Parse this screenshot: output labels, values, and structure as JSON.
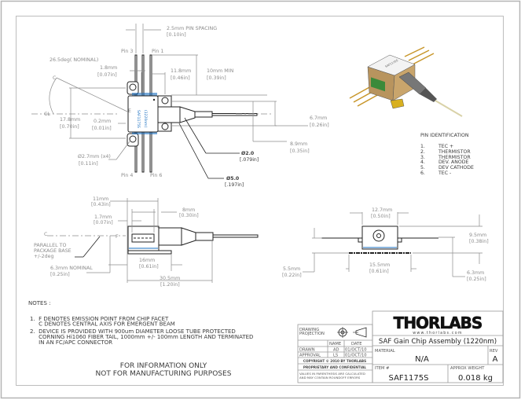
{
  "top_view": {
    "pin_spacing": "2.5mm PIN SPACING",
    "pin_spacing_in": "[0.10in]",
    "pin3": "Pin 3",
    "pin1": "Pin 1",
    "pin4": "Pin 4",
    "pin6": "Pin 6",
    "angle": "26.5deg( NOMINAL)",
    "d1_8": "1.8mm",
    "d1_8_in": "[0.07in]",
    "d11_8": "11.8mm",
    "d11_8_in": "[0.46in]",
    "d10": "10mm MIN",
    "d10_in": "[0.39in]",
    "c": "C",
    "cl": "CL",
    "e": "E",
    "d17_8": "17.8mm",
    "d17_8_in": "[0.70in]",
    "d0_2": "0.2mm",
    "d0_2_in": "[0.01in]",
    "d6_7": "6.7mm",
    "d6_7_in": "[0.26in]",
    "d8_9": "8.9mm",
    "d8_9_in": "[0.35in]",
    "phi2": "Ø2.0",
    "phi2_in": "[.079in]",
    "phi2_7": "Ø2.7mm (x4)",
    "phi2_7_in": "[0.11in]",
    "phi5": "Ø5.0",
    "phi5_in": "[.197in]",
    "chip_label1": "SAF1175S",
    "chip_label2": "(1220nm)"
  },
  "side_view": {
    "d11": "11mm",
    "d11_in": "[0.43in]",
    "d8": "8mm",
    "d8_in": "[0.30in]",
    "d1_7": "1.7mm",
    "d1_7_in": "[0.07in]",
    "c": "C",
    "f": "F",
    "parallel": [
      "PARALLEL TO",
      "PACKAGE BASE",
      "+/-2deg"
    ],
    "d16": "16mm",
    "d16_in": "[0.61in]",
    "d6_3": "6.3mm  NOMINAL",
    "d6_3_in": "[0.25in]",
    "d30_5": "30.5mm",
    "d30_5_in": "[1.20in]"
  },
  "front_view": {
    "d12_7": "12.7mm",
    "d12_7_in": "[0.50in]",
    "d9_5": "9.5mm",
    "d9_5_in": "[0.38in]",
    "d15_5": "15.5mm",
    "d15_5_in": "[0.61in]",
    "d5_5": "5.5mm",
    "d5_5_in": "[0.22in]",
    "d6_3": "6.3mm",
    "d6_3_in": "[0.25in]"
  },
  "pin_identification": {
    "title": "PIN IDENTIFICATION",
    "pins": [
      {
        "num": "1.",
        "name": "TEC +"
      },
      {
        "num": "2.",
        "name": "THERMISTOR"
      },
      {
        "num": "3.",
        "name": "THERMISTOR"
      },
      {
        "num": "4.",
        "name": "DEV. ANODE"
      },
      {
        "num": "5.",
        "name": "DEV CATHODE"
      },
      {
        "num": "6.",
        "name": "TEC -"
      }
    ]
  },
  "notes": {
    "title": "NOTES :",
    "lines": [
      "1.  F DENOTES EMISSION POINT FROM CHIP FACET",
      "     C DENOTES CENTRAL AXIS FOR EMERGENT BEAM",
      "2.  DEVICE IS PROVIDED WITH 900um DIAMETER LOOSE TUBE PROTECTED",
      "     CORNING Hi1060 FIBER TAIL, 1000mm +/- 100mm LENGTH AND TERMINATED",
      "     IN AN FC/APC CONNECTOR"
    ],
    "disclaimer1": "FOR INFORMATION ONLY",
    "disclaimer2": "NOT FOR MANUFACTURING PURPOSES"
  },
  "title_block": {
    "logo": "THORLABS",
    "website": "www.thorlabs.com",
    "title": "SAF Gain Chip Assembly (1220nm)",
    "material_label": "MATERIAL",
    "material": "N/A",
    "rev_label": "REV",
    "rev": "A",
    "item_label": "ITEM #",
    "item": "SAF1175S",
    "weight_label": "APPROX WEIGHT",
    "weight": "0.018 kg",
    "projection_label1": "DRAWING",
    "projection_label2": "PROJECTION",
    "name_header": "NAME",
    "date_header": "DATE",
    "drawn_label": "DRAWN",
    "drawn_name": "AD",
    "drawn_date": "01/OCT/10",
    "approval_label": "APPROVAL",
    "approval_name": "LS",
    "approval_date": "01/OCT/10",
    "copyright": "COPYRIGHT © 2010 BY THORLABS",
    "proprietary": "PROPRIETARY AND CONFIDENTIAL",
    "values1": "VALUES IN PARENTHESIS ARE CALCULATED",
    "values2": "AND MAY CONTAIN ROUNDOFF ERRORS"
  },
  "colors": {
    "accent_blue": "#1a6fc0",
    "gold": "#c8962a"
  }
}
